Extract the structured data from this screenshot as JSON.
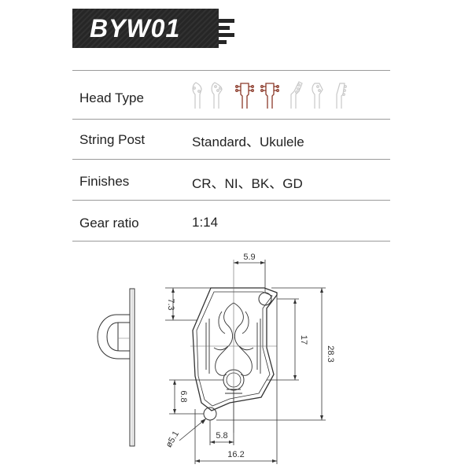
{
  "header": {
    "model": "BYW01"
  },
  "specs": {
    "head_type": {
      "label": "Head Type",
      "icons": [
        "headstock-icon",
        "headstock-icon",
        "headstock-icon-selected",
        "headstock-icon-selected",
        "headstock-icon",
        "headstock-icon",
        "headstock-icon"
      ]
    },
    "string_post": {
      "label": "String Post",
      "value": "Standard、Ukulele"
    },
    "finishes": {
      "label": "Finishes",
      "value": "CR、NI、BK、GD"
    },
    "gear_ratio": {
      "label": "Gear ratio",
      "value": "1:14"
    }
  },
  "drawing": {
    "dims": {
      "top_width": "5.9",
      "upper_offset": "7.3",
      "inner_height": "17",
      "total_height": "28.3",
      "lower_offset": "6.8",
      "hole_diameter": "ø5.1",
      "lower_width": "5.8",
      "total_width": "16.2"
    }
  },
  "colors": {
    "banner": "#262626",
    "selected_icon": "#8b3a2a",
    "faded_icon": "#c8c8c8"
  }
}
